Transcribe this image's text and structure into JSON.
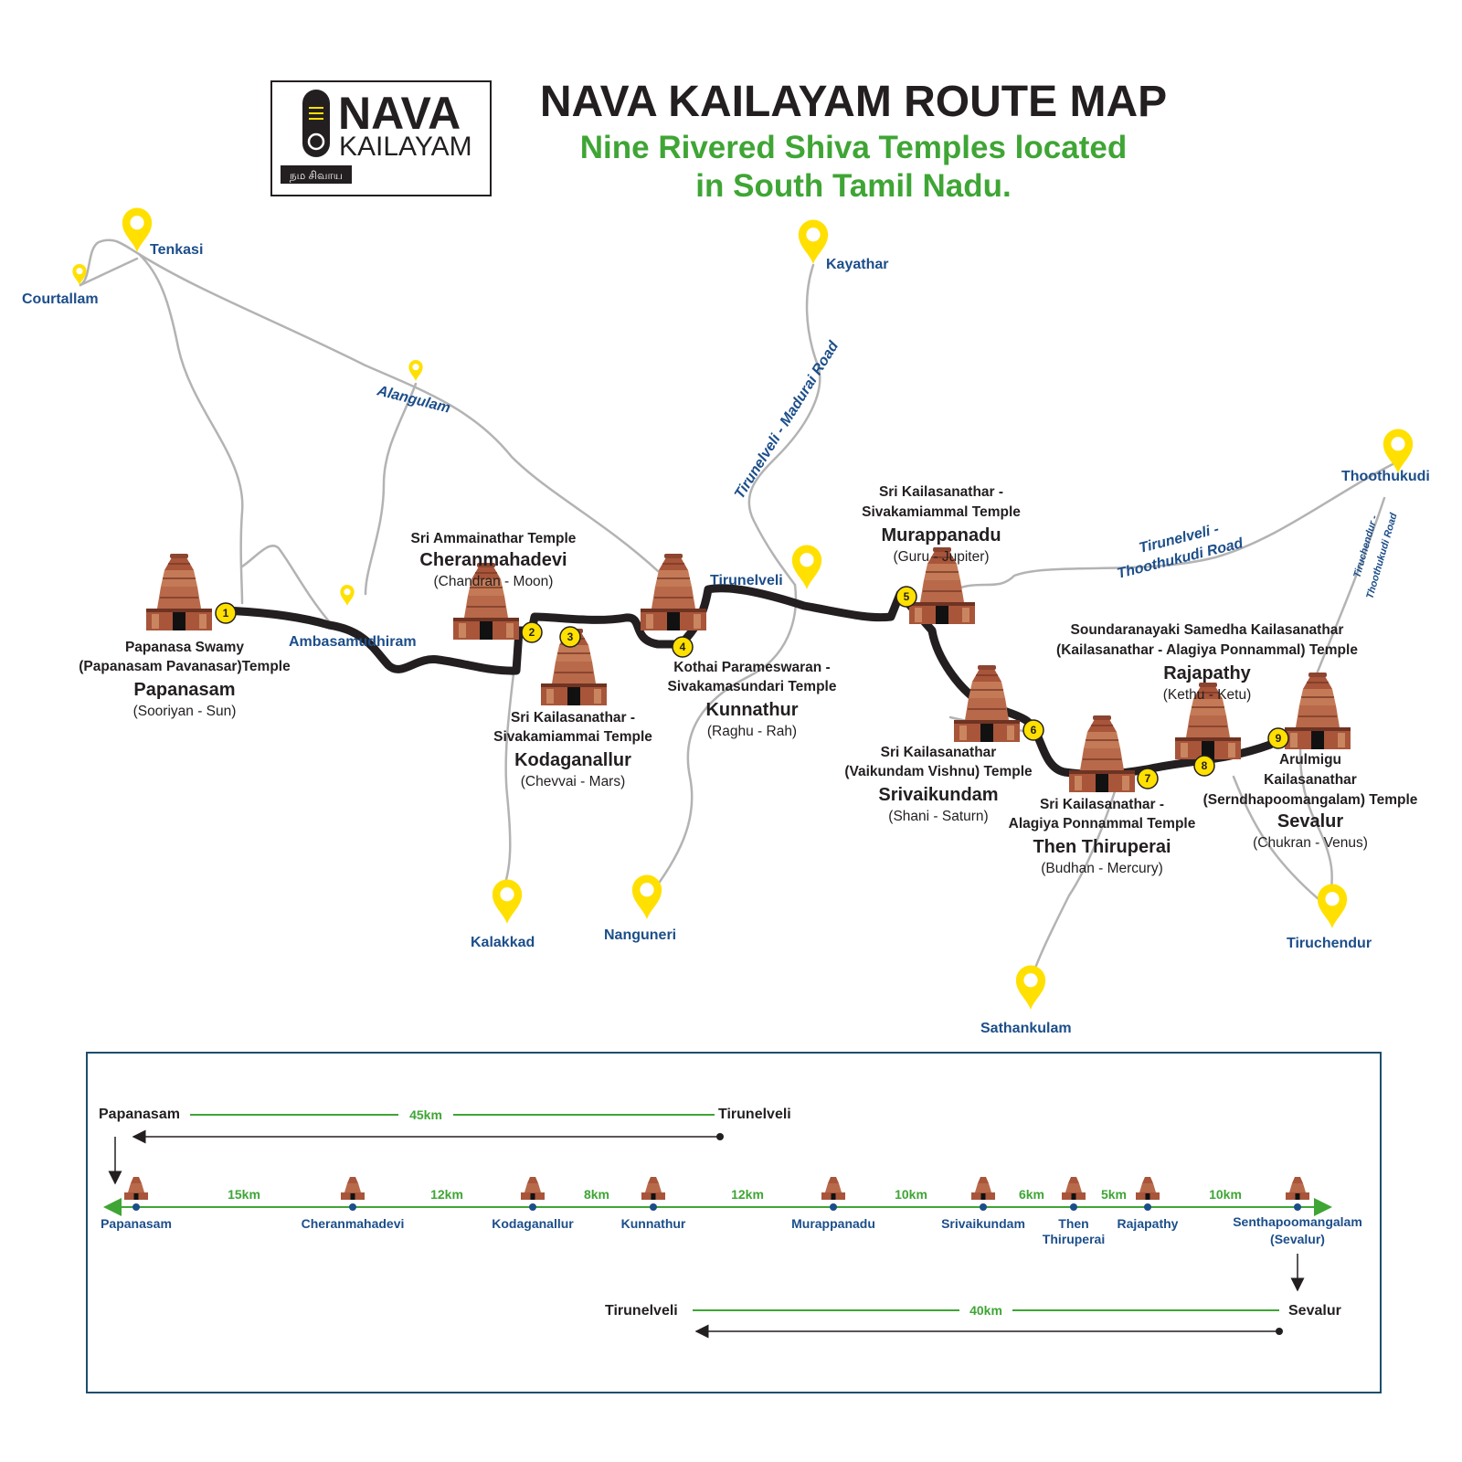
{
  "logo": {
    "word1": "NAVA",
    "word2": "KAILAYAM",
    "tamil": "நம சிவாய"
  },
  "header": {
    "title": "NAVA KAILAYAM ROUTE MAP",
    "subtitle_line1": "Nine Rivered Shiva  Temples located",
    "subtitle_line2": "in South Tamil Nadu."
  },
  "places": [
    {
      "name": "Tenkasi"
    },
    {
      "name": "Courtallam"
    },
    {
      "name": "Alangulam"
    },
    {
      "name": "Ambasamudhiram"
    },
    {
      "name": "Kayathar"
    },
    {
      "name": "Tirunelveli"
    },
    {
      "name": "Thoothukudi"
    },
    {
      "name": "Kalakkad"
    },
    {
      "name": "Nanguneri"
    },
    {
      "name": "Sathankulam"
    },
    {
      "name": "Tiruchendur"
    }
  ],
  "roads": {
    "madurai": "Tirunelveli - Madurai Road",
    "thoothukudi_1": "Tirunelveli -",
    "thoothukudi_2": "Thoothukudi Road",
    "tiruchendur_1": "Tiruchendur -",
    "tiruchendur_2": "Thoothukudi Road"
  },
  "temples": [
    {
      "num": "1",
      "lines": [
        "Papanasa Swamy",
        "(Papanasam Pavanasar)Temple"
      ],
      "town": "Papanasam",
      "planet": "(Sooriyan - Sun)"
    },
    {
      "num": "2",
      "lines": [
        "Sri Ammainathar Temple"
      ],
      "town": "Cheranmahadevi",
      "planet": "(Chandran - Moon)"
    },
    {
      "num": "3",
      "lines": [
        "Sri Kailasanathar -",
        "Sivakamiammai Temple"
      ],
      "town": "Kodaganallur",
      "planet": "(Chevvai - Mars)"
    },
    {
      "num": "4",
      "lines": [
        "Kothai Parameswaran -",
        "Sivakamasundari Temple"
      ],
      "town": "Kunnathur",
      "planet": "(Raghu - Rah)"
    },
    {
      "num": "5",
      "lines": [
        "Sri Kailasanathar -",
        "Sivakamiammal Temple"
      ],
      "town": "Murappanadu",
      "planet": "(Guru - Jupiter)"
    },
    {
      "num": "6",
      "lines": [
        "Sri Kailasanathar",
        "(Vaikundam Vishnu) Temple"
      ],
      "town": "Srivaikundam",
      "planet": "(Shani - Saturn)"
    },
    {
      "num": "7",
      "lines": [
        "Sri Kailasanathar -",
        "Alagiya Ponnammal Temple"
      ],
      "town": "Then Thiruperai",
      "planet": "(Budhan - Mercury)"
    },
    {
      "num": "8",
      "lines": [
        "Soundaranayaki Samedha Kailasanathar",
        "(Kailasanathar -  Alagiya Ponnammal) Temple"
      ],
      "town": "Rajapathy",
      "planet": "(Kethu - Ketu)"
    },
    {
      "num": "9",
      "lines": [
        "Arulmigu",
        "Kailasanathar",
        "(Serndhapoomangalam) Temple"
      ],
      "town": "Sevalur",
      "planet": "(Chukran - Venus)"
    }
  ],
  "distance_panel": {
    "top": {
      "from": "Papanasam",
      "to": "Tirunelveli",
      "distance": "45km"
    },
    "bottom": {
      "from": "Tirunelveli",
      "to": "Sevalur",
      "distance": "40km"
    },
    "stops": [
      {
        "name": "Papanasam"
      },
      {
        "name": "Cheranmahadevi"
      },
      {
        "name": "Kodaganallur"
      },
      {
        "name": "Kunnathur"
      },
      {
        "name": "Murappanadu"
      },
      {
        "name": "Srivaikundam"
      },
      {
        "name": "Then",
        "name2": "Thiruperai"
      },
      {
        "name": "Rajapathy"
      },
      {
        "name": "Senthapoomangalam",
        "name2": "(Sevalur)"
      }
    ],
    "segments": [
      "15km",
      "12km",
      "8km",
      "12km",
      "10km",
      "6km",
      "5km",
      "10km"
    ]
  },
  "colors": {
    "accent_green": "#3fa535",
    "place_blue": "#1c4e8a",
    "pin_yellow": "#ffe000",
    "route_black": "#231f20",
    "road_grey": "#b3b3b3"
  }
}
